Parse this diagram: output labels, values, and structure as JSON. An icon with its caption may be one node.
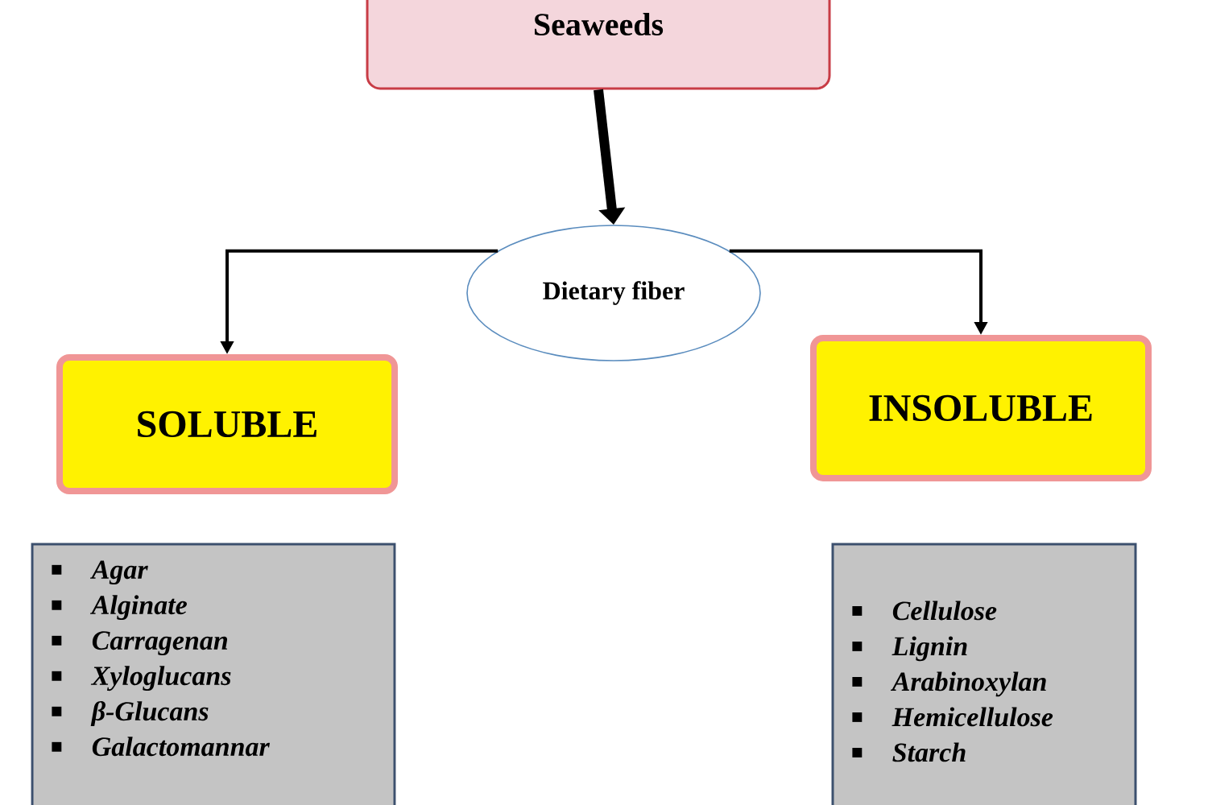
{
  "diagram": {
    "nodes": [
      {
        "text": [
          "Seaweeds"
        ]
      },
      {
        "text": [
          "Dietary fiber"
        ]
      },
      {
        "text": [
          "SOLUBLE"
        ]
      },
      {
        "text": [
          "INSOLUBLE"
        ]
      },
      {
        "text": [
          "Agar",
          "Alginate",
          "Carragenan",
          "Xyloglucans",
          "β-Glucans",
          "Galactomannar"
        ]
      },
      {
        "text": [
          "Cellulose",
          "Lignin",
          "Arabinoxylan",
          "Hemicellulose",
          "Starch"
        ]
      }
    ],
    "edges": [
      {
        "from": 0,
        "to": 1,
        "arrow": "to",
        "style": "thick"
      },
      {
        "from": 1,
        "to": 2,
        "arrow": "to"
      },
      {
        "from": 1,
        "to": 3,
        "arrow": "to"
      }
    ]
  }
}
